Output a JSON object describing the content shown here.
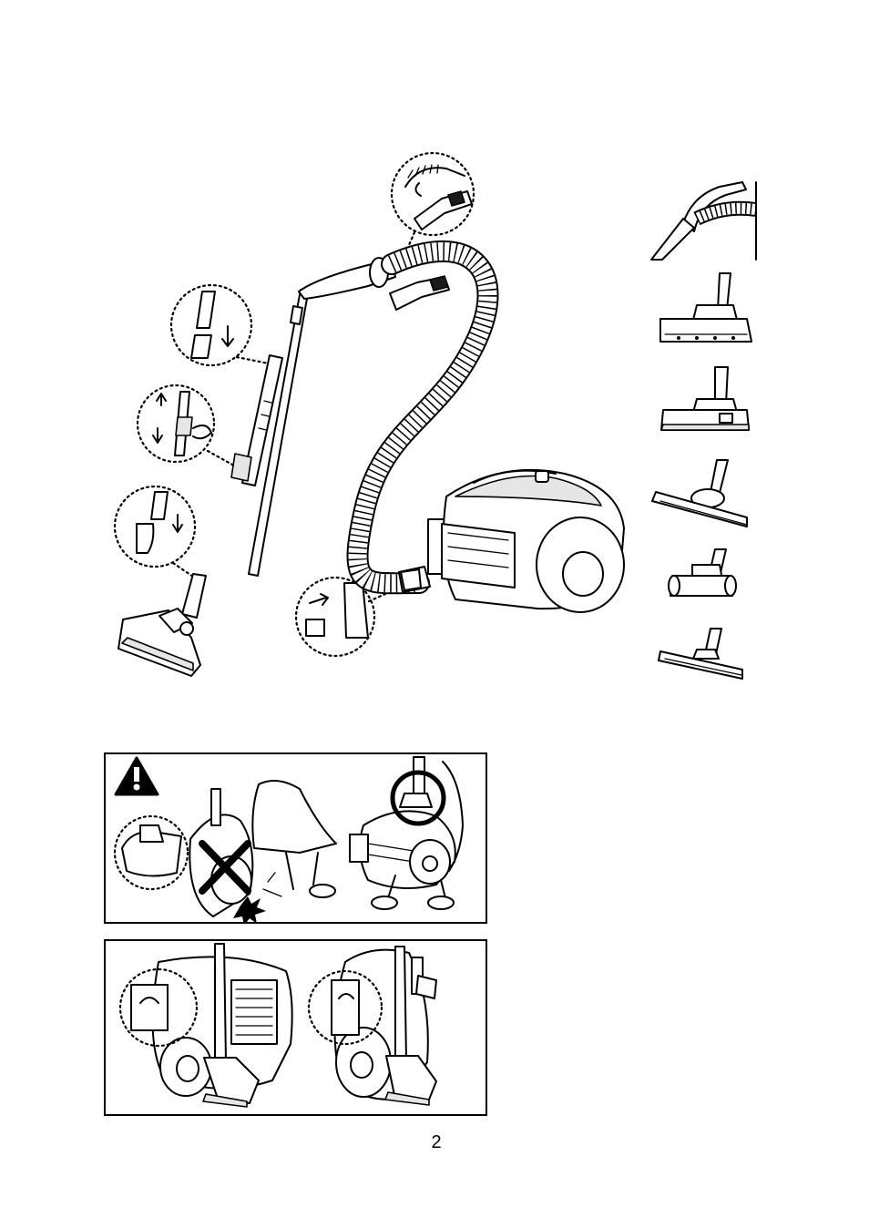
{
  "page": {
    "number": "2"
  },
  "illustrations": {
    "assembly": "vacuum-cleaner-assembly-illustration",
    "accessories": [
      "handle-with-hose",
      "turbo-floor-brush",
      "combination-floor-brush",
      "parquet-brush",
      "turbo-upholstery-brush",
      "flat-floor-nozzle"
    ],
    "warning_panel": "carry-by-handle-warning",
    "storage_panel": "parking-storage-illustration"
  },
  "icons": {
    "warning": "warning-triangle-icon",
    "wrong": "x-mark-icon",
    "correct": "circle-mark-icon"
  }
}
